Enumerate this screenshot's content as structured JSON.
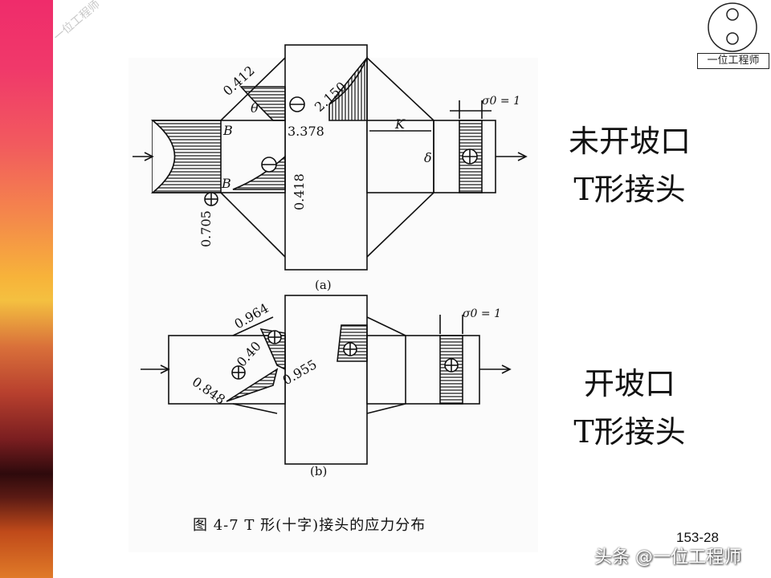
{
  "slide": {
    "heading_a_line1": "未开坡口",
    "heading_a_line2": "T形接头",
    "heading_b_line1": "开坡口",
    "heading_b_line2": "T形接头",
    "page_number": "153-28",
    "credit": "头条 @一位工程师",
    "watermark": "一位工程师",
    "logo_label": "一位工程师"
  },
  "figure": {
    "caption": "图 4-7   T 形(十字)接头的应力分布",
    "panel_a": {
      "label": "(a)",
      "values": {
        "v_0412": "0.412",
        "v_2150": "2.150",
        "v_3378": "3.378",
        "v_0418": "0.418",
        "v_0705": "0.705"
      },
      "letters": {
        "theta": "θ",
        "B": "B",
        "K": "K",
        "delta": "δ"
      },
      "sigma": "σ0 = 1"
    },
    "panel_b": {
      "label": "(b)",
      "values": {
        "v_0964": "0.964",
        "v_040": "0.40",
        "v_0848": "0.848",
        "v_0955": "0.955"
      },
      "sigma": "σ0 = 1"
    }
  },
  "colors": {
    "background": "#ffffff",
    "ink": "#111111",
    "panel": "#fbfbfb"
  }
}
